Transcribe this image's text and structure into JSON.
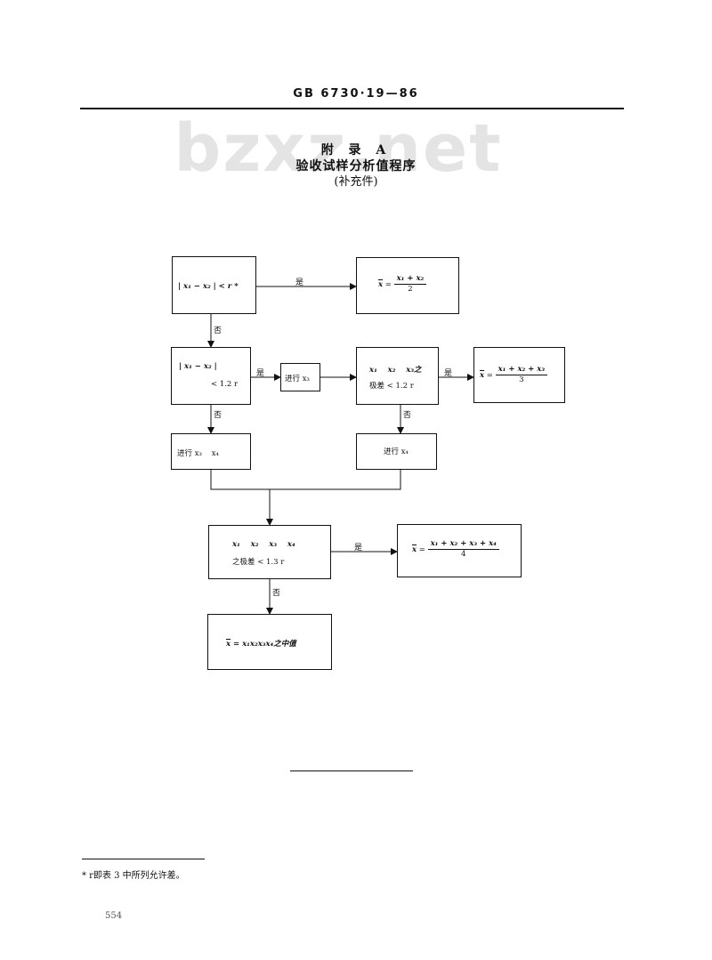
{
  "header": {
    "standard_code": "GB 6730·19—86"
  },
  "watermark": "bzxz.net",
  "appendix": {
    "label": "附 录 A",
    "title": "验收试样分析值程序",
    "note": "(补充件)"
  },
  "flow": {
    "yes_label": "是",
    "no_label": "否",
    "box1": {
      "cond": "| x₁ − x₂ | < r *"
    },
    "res1": {
      "lhs": "x",
      "eq": " = ",
      "num": "x₁ + x₂",
      "den": "2"
    },
    "box2": {
      "line1": "| x₁ − x₂ |",
      "line2": "< 1.2 r"
    },
    "do_x3": "进行 x₃",
    "box3": {
      "line1": "x₁    x₂    x₃之",
      "line2": "极差 < 1.2 r"
    },
    "res2": {
      "lhs": "x",
      "eq": " = ",
      "num": "x₁ + x₂ + x₃",
      "den": "3"
    },
    "do_x3x4": "进行 x₃    x₄",
    "do_x4": "进行 x₄",
    "box4": {
      "line1": "x₁    x₂    x₃    x₄",
      "line2": "之极差 < 1.3 r"
    },
    "res3": {
      "lhs": "x",
      "eq": " = ",
      "num": "x₁ + x₂ + x₃ + x₄",
      "den": "4"
    },
    "res4": {
      "lhs": "x",
      "rhs": " = x₁x₂x₃x₄之中值"
    }
  },
  "footnote": "* r即表 3 中所列允许差。",
  "page_number": "554"
}
